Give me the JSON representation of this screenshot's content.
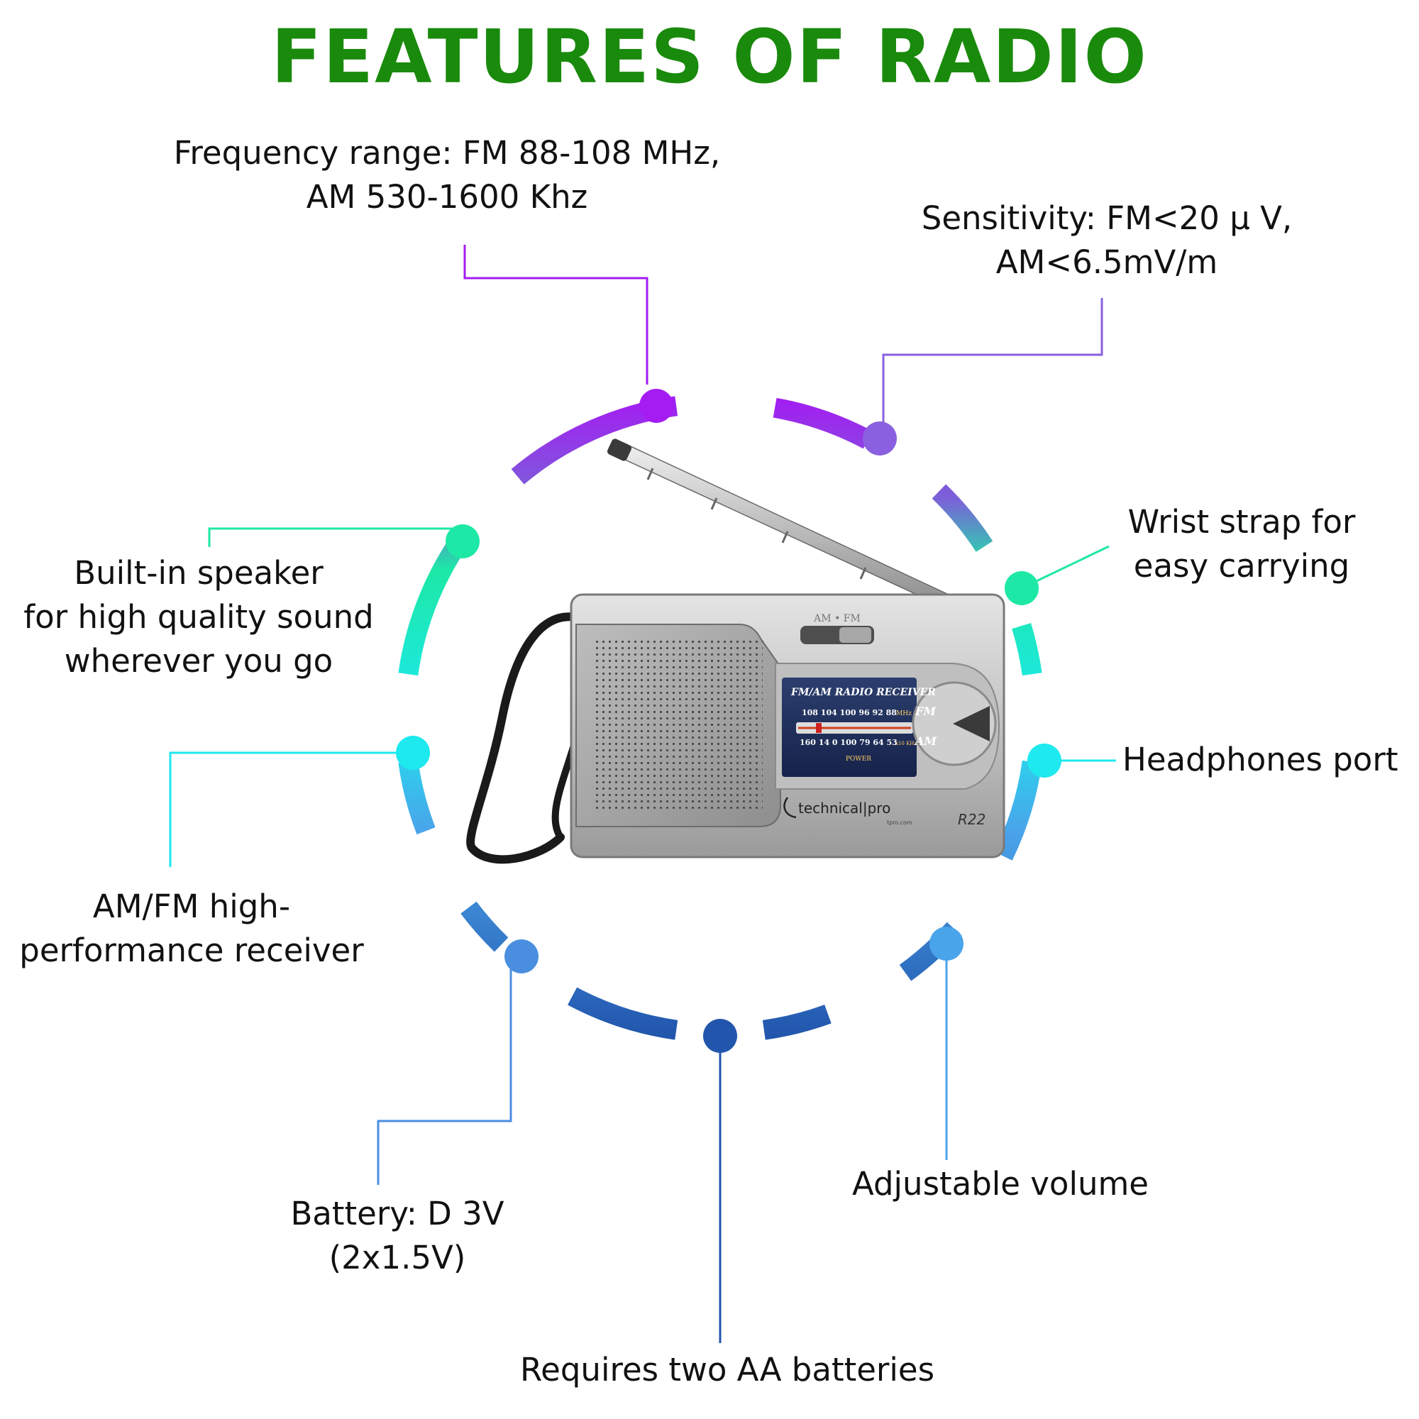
{
  "title": "FEATURES OF RADIO",
  "colors": {
    "title": "#1a8a0c",
    "purple": "#a41cf2",
    "violet": "#8a60e0",
    "mint": "#1de8a6",
    "cyan": "#1de9ee",
    "sky": "#4aa4ea",
    "blue": "#2b6cc4",
    "navy": "#2256ad"
  },
  "features": [
    {
      "id": "frequency",
      "lines": [
        "Frequency range: FM 88-108 MHz,",
        "AM 530-1600 Khz"
      ]
    },
    {
      "id": "sensitivity",
      "lines": [
        "Sensitivity: FM<20 μ V,",
        "AM<6.5mV/m"
      ]
    },
    {
      "id": "wrist-strap",
      "lines": [
        "Wrist strap for",
        "easy carrying"
      ]
    },
    {
      "id": "speaker",
      "lines": [
        "Built-in speaker",
        "for high quality sound",
        "wherever you go"
      ]
    },
    {
      "id": "headphones",
      "lines": [
        "Headphones port"
      ]
    },
    {
      "id": "receiver",
      "lines": [
        "AM/FM high-",
        "performance receiver"
      ]
    },
    {
      "id": "battery",
      "lines": [
        "Battery: D 3V",
        "(2x1.5V)"
      ]
    },
    {
      "id": "volume",
      "lines": [
        "Adjustable volume"
      ]
    },
    {
      "id": "aa-batteries",
      "lines": [
        "Requires two AA batteries"
      ]
    }
  ],
  "radio": {
    "band_switch": "AM • FM",
    "dial_title": "FM/AM RADIO RECEIVER",
    "fm_scale": "108 104 100 96 92 88",
    "fm_unit": "MHz",
    "fm_band": "FM",
    "am_scale": "160 14 0 100 79 64 53",
    "am_unit": "x10 KHz",
    "am_band": "AM",
    "power": "POWER",
    "brand": "technical|pro",
    "brand_url": "tpro.com",
    "model": "R22"
  }
}
